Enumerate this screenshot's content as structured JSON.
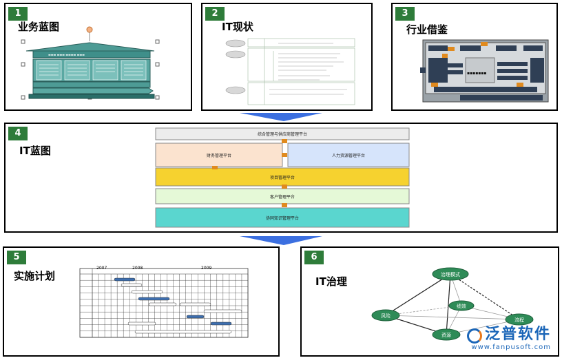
{
  "panels": [
    {
      "num": "1",
      "title": "业务蓝图"
    },
    {
      "num": "2",
      "title": "IT现状"
    },
    {
      "num": "3",
      "title": "行业借鉴"
    },
    {
      "num": "4",
      "title": "IT蓝图"
    },
    {
      "num": "5",
      "title": "实施计划"
    },
    {
      "num": "6",
      "title": "IT治理"
    }
  ],
  "blueprint": {
    "top_label": "综合管理与供应商管理平台",
    "left_label": "财务管理平台",
    "right_label": "人力资源管理平台",
    "mid_label": "项目管理平台",
    "lower_label": "客户管理平台",
    "bottom_label": "协同知识管理平台"
  },
  "governance": {
    "top": "治理模式",
    "left": "风险",
    "center": "绩效",
    "right": "流程",
    "bottom": "资源"
  },
  "plan": {
    "years": [
      "2007",
      "2008",
      "2009"
    ]
  },
  "watermark": {
    "name": "泛普软件",
    "url": "www.fanpusoft.com"
  },
  "colors": {
    "badge": "#2e7c3a",
    "arrow": "#3b6fe0",
    "teal": "#3f8f8a",
    "orange": "#e08a1e",
    "brand": "#1b66b8"
  }
}
